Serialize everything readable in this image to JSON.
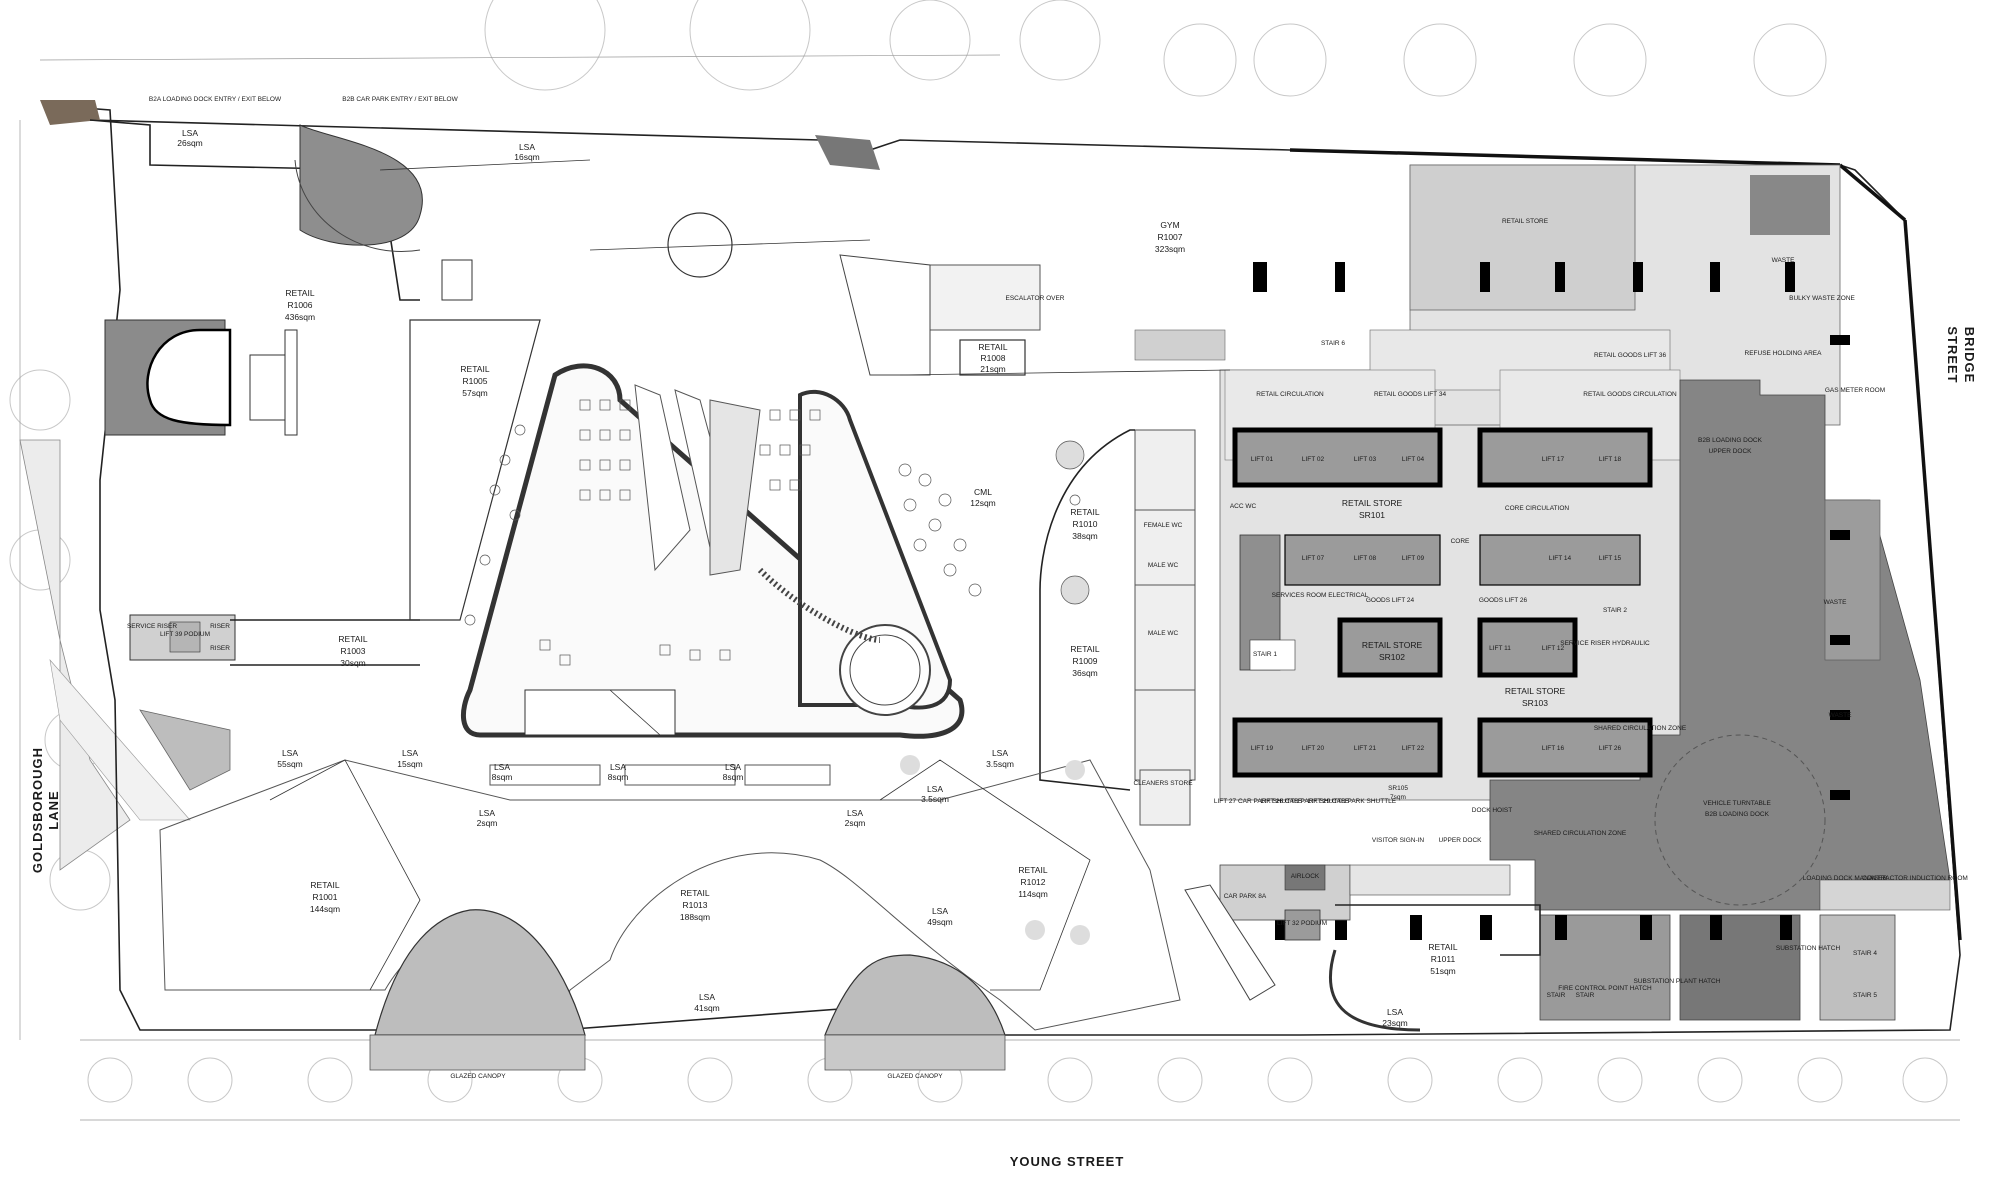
{
  "streets": {
    "bridge_1": "BRIDGE",
    "bridge_2": "STREET",
    "goldsborough_1": "GOLDSBOROUGH",
    "goldsborough_2": "LANE",
    "young": "YOUNG STREET"
  },
  "top_notes": {
    "loading_entry": "B2A LOADING DOCK ENTRY / EXIT BELOW",
    "carpark_entry": "B2B CAR PARK ENTRY / EXIT BELOW"
  },
  "canopy": {
    "label_1": "GLAZED CANOPY",
    "label_2": "GLAZED CANOPY"
  },
  "rooms": {
    "lsa_26": {
      "name": "LSA",
      "area": "26sqm"
    },
    "lsa_16": {
      "name": "LSA",
      "area": "16sqm"
    },
    "r1006": {
      "name": "RETAIL",
      "code": "R1006",
      "area": "436sqm"
    },
    "r1005": {
      "name": "RETAIL",
      "code": "R1005",
      "area": "57sqm"
    },
    "r1003": {
      "name": "RETAIL",
      "code": "R1003",
      "area": "30sqm"
    },
    "gym": {
      "name": "GYM",
      "code": "R1007",
      "area": "323sqm"
    },
    "r1008": {
      "name": "RETAIL",
      "code": "R1008",
      "area": "21sqm"
    },
    "escalator": {
      "name": "ESCALATOR OVER"
    },
    "cml": {
      "name": "CML",
      "area": "12sqm"
    },
    "r1010": {
      "name": "RETAIL",
      "code": "R1010",
      "area": "38sqm"
    },
    "r1009": {
      "name": "RETAIL",
      "code": "R1009",
      "area": "36sqm"
    },
    "female_wc": {
      "name": "FEMALE WC"
    },
    "male_wc_1": {
      "name": "MALE WC"
    },
    "male_wc_2": {
      "name": "MALE WC"
    },
    "cleaners": {
      "name": "CLEANERS STORE"
    },
    "acc_wc": {
      "name": "ACC WC"
    },
    "lsa_55": {
      "name": "LSA",
      "area": "55sqm"
    },
    "lsa_15": {
      "name": "LSA",
      "area": "15sqm"
    },
    "lsa_8a": {
      "name": "LSA",
      "area": "8sqm"
    },
    "lsa_8b": {
      "name": "LSA",
      "area": "8sqm"
    },
    "lsa_8c": {
      "name": "LSA",
      "area": "8sqm"
    },
    "lsa_35": {
      "name": "LSA",
      "area": "3.5sqm"
    },
    "lsa_2a": {
      "name": "LSA",
      "area": "2sqm"
    },
    "lsa_2b": {
      "name": "LSA",
      "area": "2sqm"
    },
    "r1001": {
      "name": "RETAIL",
      "code": "R1001",
      "area": "144sqm"
    },
    "r1013": {
      "name": "RETAIL",
      "code": "R1013",
      "area": "188sqm"
    },
    "r1012": {
      "name": "RETAIL",
      "code": "R1012",
      "area": "114sqm"
    },
    "lsa_49": {
      "name": "LSA",
      "area": "49sqm"
    },
    "lsa_41": {
      "name": "LSA",
      "area": "41sqm"
    },
    "r1011": {
      "name": "RETAIL",
      "code": "R1011",
      "area": "51sqm"
    },
    "lsa_23": {
      "name": "LSA",
      "area": "23sqm"
    },
    "sr101": {
      "name": "RETAIL STORE",
      "code": "SR101"
    },
    "sr102": {
      "name": "RETAIL STORE",
      "code": "SR102"
    },
    "sr103": {
      "name": "RETAIL STORE",
      "code": "SR103"
    },
    "retail_store_top": {
      "name": "RETAIL STORE"
    },
    "retail_circ": {
      "name": "RETAIL CIRCULATION"
    },
    "retail_goods_34": {
      "name": "RETAIL GOODS LIFT 34"
    },
    "retail_goods_36": {
      "name": "RETAIL GOODS LIFT 36"
    },
    "retail_goods_circ": {
      "name": "RETAIL GOODS CIRCULATION"
    },
    "core_circ": {
      "name": "CORE CIRCULATION"
    },
    "core": {
      "name": "CORE"
    },
    "services_room": {
      "name": "SERVICES ROOM ELECTRICAL"
    },
    "goods_24": {
      "name": "GOODS LIFT 24"
    },
    "goods_26": {
      "name": "GOODS LIFT 26"
    },
    "service_riser": {
      "name": "SERVICE RISER HYDRAULIC"
    },
    "stair_1": {
      "name": "STAIR 1"
    },
    "stair_2": {
      "name": "STAIR 2"
    },
    "stair_6": {
      "name": "STAIR 6"
    },
    "waste": {
      "name": "WASTE"
    },
    "refuse": {
      "name": "REFUSE HOLDING AREA"
    },
    "bulky_waste": {
      "name": "BULKY WASTE ZONE"
    },
    "gas_meter": {
      "name": "GAS METER ROOM"
    },
    "loading_dock": {
      "name": "B2B LOADING DOCK",
      "sub": "UPPER DOCK"
    },
    "shared_circ": {
      "name": "SHARED CIRCULATION ZONE"
    },
    "turntable": {
      "name": "VEHICLE TURNTABLE",
      "sub": "B2B LOADING DOCK"
    },
    "loading_mgr": {
      "name": "LOADING DOCK MANAGER"
    },
    "contractor": {
      "name": "CONTRACTOR INDUCTION ROOM"
    },
    "substation_hatch": {
      "name": "SUBSTATION HATCH"
    },
    "substation_plant": {
      "name": "SUBSTATION PLANT HATCH"
    },
    "fire_control": {
      "name": "FIRE CONTROL POINT HATCH"
    },
    "stair_4": {
      "name": "STAIR 4"
    },
    "stair_5": {
      "name": "STAIR 5"
    },
    "stair_a": {
      "name": "STAIR"
    },
    "stair_b": {
      "name": "STAIR"
    },
    "lift_27": {
      "name": "LIFT 27 CAR PARK SHUTTLE"
    },
    "lift_28": {
      "name": "LIFT 28 CAR PARK SHUTTLE"
    },
    "lift_29": {
      "name": "LIFT 29 CAR PARK SHUTTLE"
    },
    "visitor_sign": {
      "name": "VISITOR SIGN-IN"
    },
    "upper_dock": {
      "name": "UPPER DOCK"
    },
    "dock_hoist": {
      "name": "DOCK HOIST"
    },
    "car_park": {
      "name": "CAR PARK 8A"
    },
    "airlock": {
      "name": "AIRLOCK"
    },
    "lift_podium_1": {
      "name": "LIFT 32 PODIUM"
    },
    "lift_podium_2": {
      "name": "LIFT 39 PODIUM"
    },
    "service_riser_l": {
      "name": "SERVICE RISER"
    },
    "riser_1": {
      "name": "RISER"
    },
    "riser_2": {
      "name": "RISER"
    },
    "sr_small": {
      "name": "SR105",
      "area": "7sqm"
    }
  },
  "lifts": [
    "LIFT 01",
    "LIFT 02",
    "LIFT 03",
    "LIFT 04",
    "LIFT 17",
    "LIFT 18",
    "LIFT 07",
    "LIFT 08",
    "LIFT 09",
    "LIFT 14",
    "LIFT 15",
    "LIFT 11",
    "LIFT 12",
    "LIFT 19",
    "LIFT 20",
    "LIFT 21",
    "LIFT 22",
    "LIFT 16",
    "LIFT 26"
  ],
  "colors": {
    "light_grey": "#e3e3e3",
    "mid_grey": "#c4c4c4",
    "dark_grey": "#8b8b8b",
    "loading_grey": "#7e7e7e",
    "wall": "#222222"
  }
}
